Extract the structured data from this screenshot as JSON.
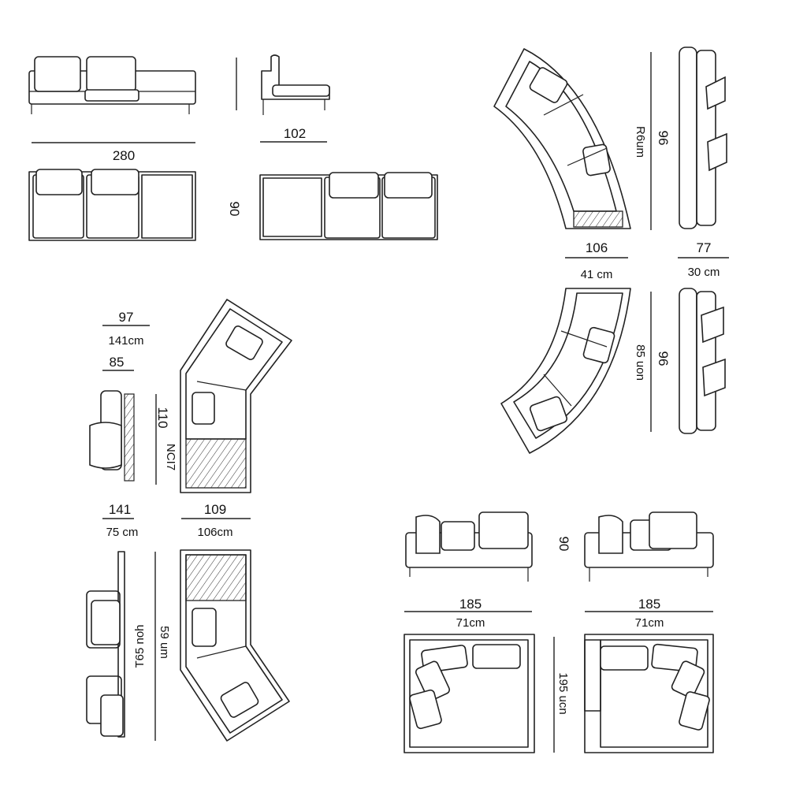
{
  "top_left": {
    "width_front": "280",
    "depth_side": "102",
    "depth_plan": "90"
  },
  "curve_top": {
    "radius_label": "R6um",
    "height": "96",
    "width": "106",
    "width_cm": "41 cm",
    "side_width": "77",
    "side_width_cm": "30 cm"
  },
  "curve_bottom": {
    "radius_label": "85 uon",
    "height": "96"
  },
  "corner_middle": {
    "top_dim": "97",
    "top_dim_cm": "141cm",
    "side_dim": "85",
    "height_a": "110",
    "height_b": "NCI7",
    "bottom_left": "141",
    "bottom_left_cm": "75 cm",
    "bottom_right": "109",
    "bottom_right_cm": "106cm"
  },
  "corner_bottom": {
    "height_a": "T65 noh",
    "height_b": "59 um"
  },
  "chaise": {
    "height": "90",
    "left_width": "185",
    "left_width_cm": "71cm",
    "right_width": "185",
    "right_width_cm": "71cm",
    "depth": "195 ucn"
  },
  "colors": {
    "line": "#222222",
    "background": "#ffffff"
  }
}
